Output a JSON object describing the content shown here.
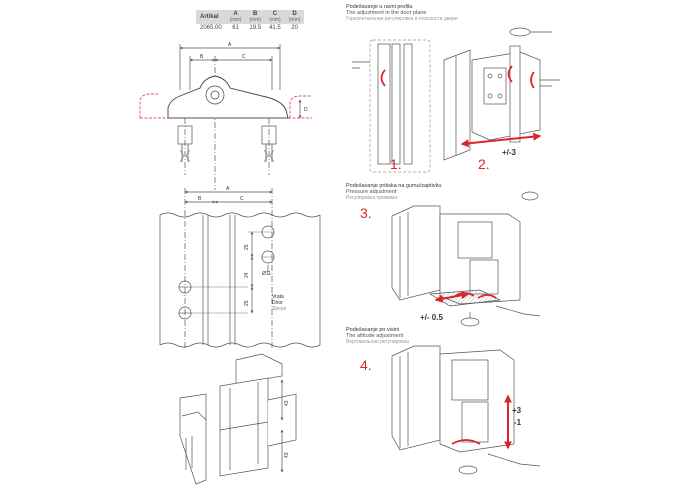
{
  "spec_table": {
    "headers": [
      {
        "label": "Artikal",
        "unit": ""
      },
      {
        "label": "A",
        "unit": "(mm)"
      },
      {
        "label": "B",
        "unit": "(mm)"
      },
      {
        "label": "C",
        "unit": "(mm)"
      },
      {
        "label": "D",
        "unit": "(mm)"
      }
    ],
    "row": [
      "2065.00",
      "61",
      "19.5",
      "41.5",
      "20"
    ]
  },
  "drawing": {
    "dim_A": "A",
    "dim_B": "B",
    "dim_C": "C",
    "dim_D": "D",
    "dim_25_top": "25",
    "dim_24": "24",
    "dim_25_bottom": "25",
    "dim_diameter": "Ø11",
    "door_label": [
      "Vrata",
      "Door",
      "Двери"
    ],
    "dim_43_top": "43",
    "dim_43_bottom": "43"
  },
  "sections": [
    {
      "id": "profile",
      "lines": [
        "Podešavanje u ravni profila",
        "The adjustment in the door plane",
        "Горизонтальная регулировка в плоскости двери"
      ]
    },
    {
      "id": "pressure",
      "lines": [
        "Podešavanje pritiska na gumu/zaptivku",
        "Pressure adjustment",
        "Регулировка прижима"
      ]
    },
    {
      "id": "altitude",
      "lines": [
        "Podešavanje po visini",
        "The altitude adjustment",
        "Вертикальная регулировка"
      ]
    }
  ],
  "steps": [
    "1.",
    "2.",
    "3.",
    "4."
  ],
  "adjustments": {
    "step2": "+/-3",
    "step3": "+/- 0.5",
    "step4_plus": "+3",
    "step4_minus": "-1"
  },
  "colors": {
    "accent": "#d9262b",
    "line": "#555555",
    "fill": "#eeeeee"
  }
}
